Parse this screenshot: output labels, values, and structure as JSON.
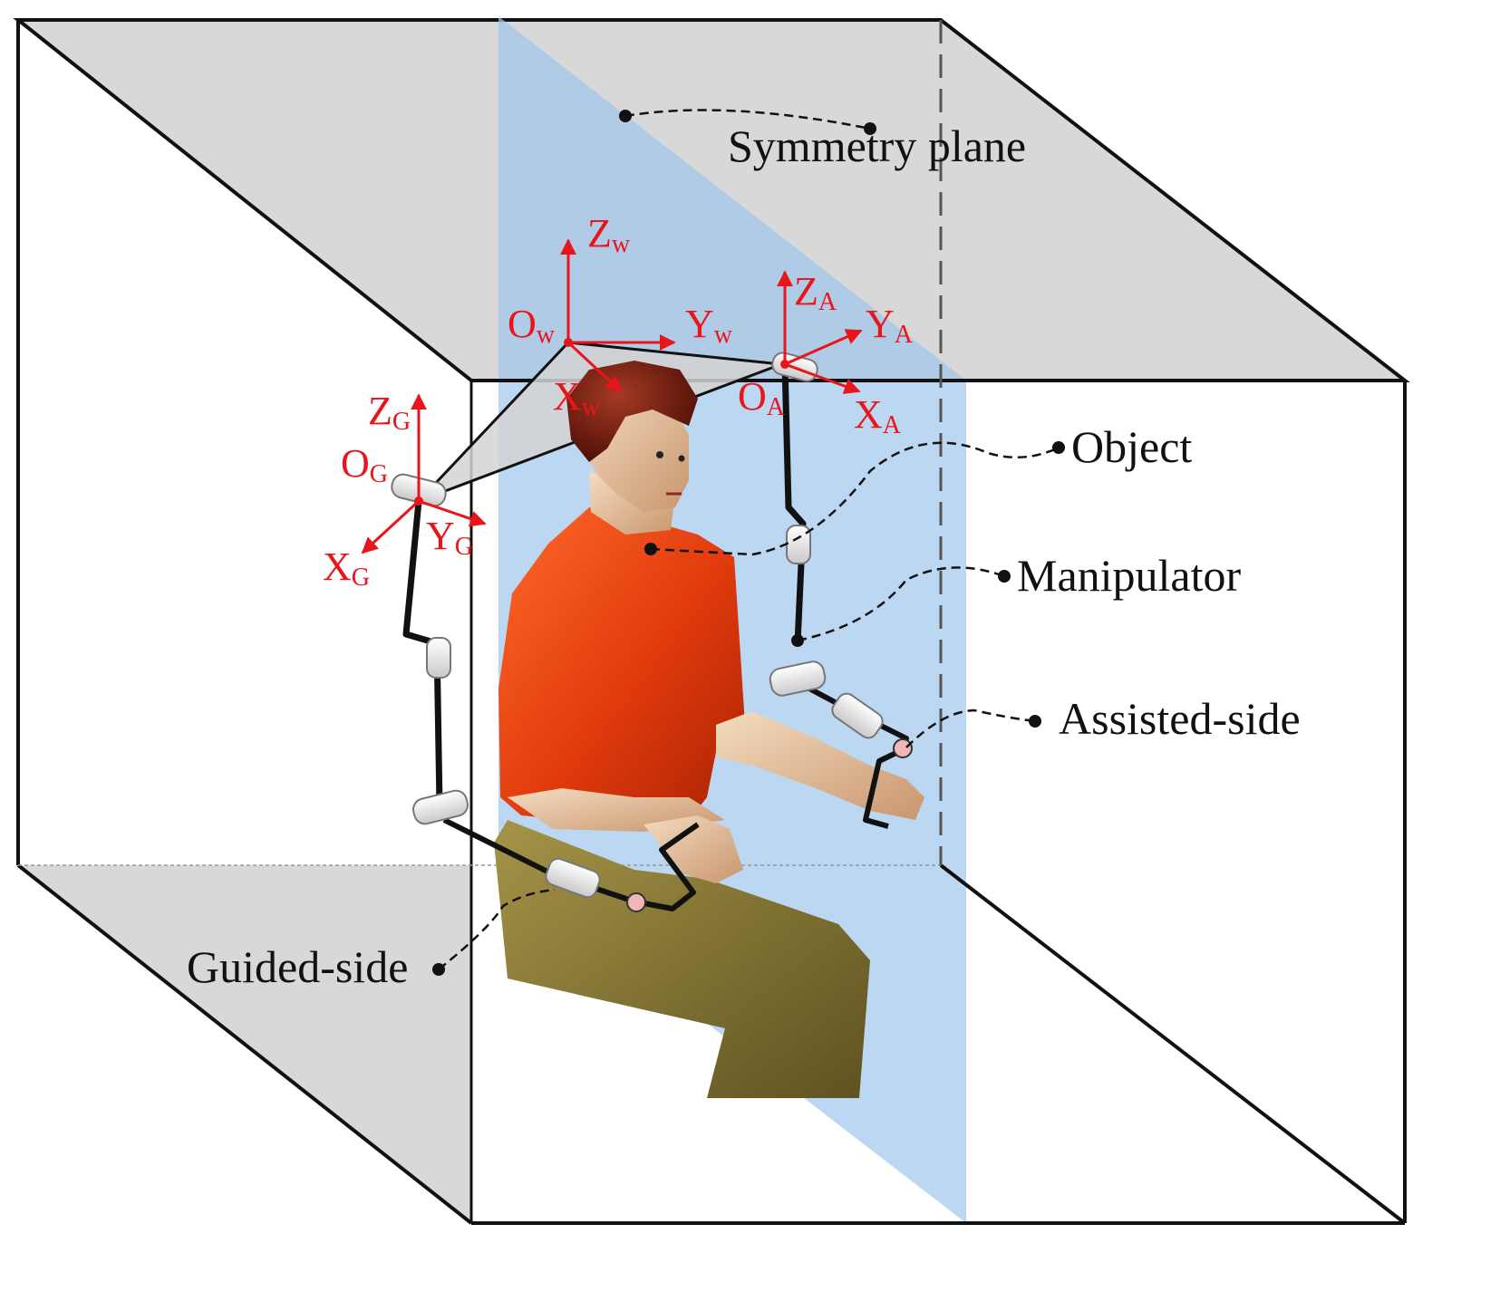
{
  "labels": {
    "symmetry_plane": "Symmetry plane",
    "object": "Object",
    "manipulator": "Manipulator",
    "assisted_side": "Assisted-side",
    "guided_side": "Guided-side"
  },
  "frames": {
    "world": {
      "origin": "O",
      "x": "X",
      "y": "Y",
      "z": "Z",
      "sub": "w"
    },
    "assisted": {
      "origin": "O",
      "x": "X",
      "y": "Y",
      "z": "Z",
      "sub": "A"
    },
    "guided": {
      "origin": "O",
      "x": "X",
      "y": "Y",
      "z": "Z",
      "sub": "G"
    }
  },
  "colors": {
    "axes": "#e8151b",
    "symmetry_plane": "#9fc6ec",
    "room_surfaces": "#d8d8d8",
    "shirt": "#e3410f",
    "trousers": "#8a7a32",
    "skin": "#e8c4a0",
    "hair": "#7a1c10"
  }
}
